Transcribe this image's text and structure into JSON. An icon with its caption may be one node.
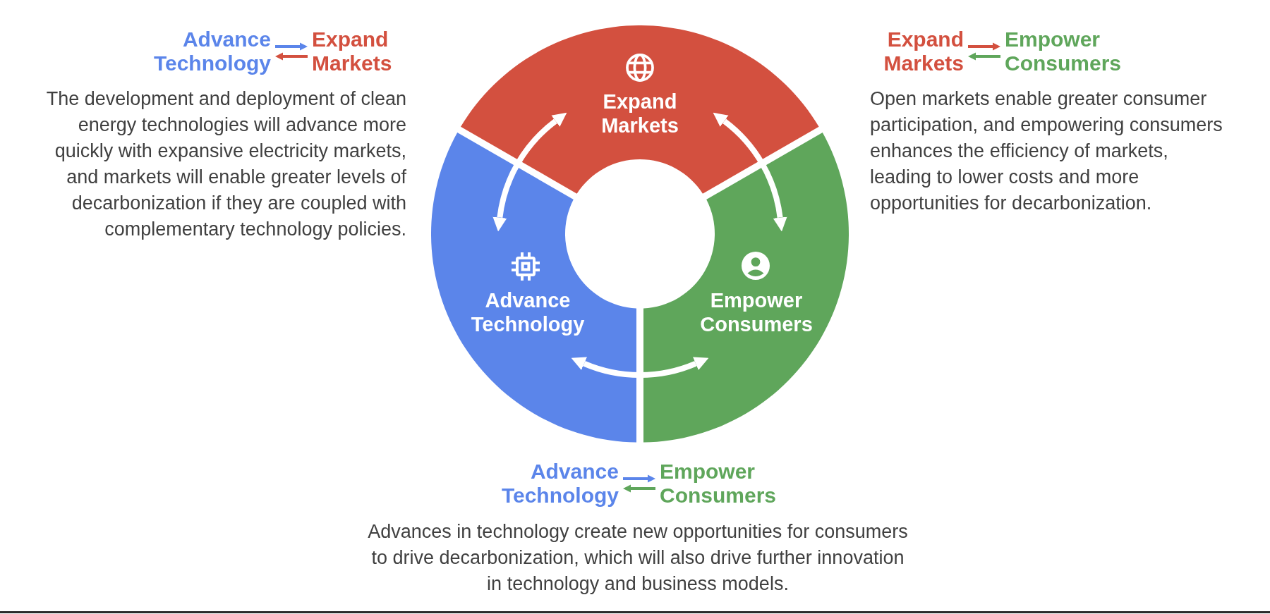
{
  "diagram": {
    "nodes": [
      {
        "text": [
          "Advance Technology"
        ]
      },
      {
        "text": [
          "Expand Markets"
        ]
      },
      {
        "text": [
          "Expand Markets"
        ]
      },
      {
        "text": [
          "Empower Consumers"
        ]
      },
      {
        "text": [
          "Expand Markets"
        ]
      },
      {
        "text": [
          "Advance Technology"
        ]
      },
      {
        "text": [
          "Empower Consumers"
        ]
      },
      {
        "text": [
          "Advance Technology"
        ]
      },
      {
        "text": [
          "Empower Consumers"
        ]
      }
    ],
    "edges": [
      {
        "from": 0,
        "to": 1,
        "arrow": "to",
        "color": "#5b85ea"
      },
      {
        "from": 1,
        "to": 0,
        "arrow": "to",
        "color": "#d3503f"
      },
      {
        "from": 2,
        "to": 3,
        "arrow": "to",
        "color": "#d3503f"
      },
      {
        "from": 3,
        "to": 2,
        "arrow": "to",
        "color": "#5fa65b"
      },
      {
        "from": 4,
        "to": 5,
        "arrow": "both",
        "style": "thick"
      },
      {
        "from": 4,
        "to": 6,
        "arrow": "both",
        "style": "thick"
      },
      {
        "from": 5,
        "to": 6,
        "arrow": "both",
        "style": "thick"
      },
      {
        "from": 7,
        "to": 8,
        "arrow": "to",
        "color": "#5b85ea"
      },
      {
        "from": 8,
        "to": 7,
        "arrow": "to",
        "color": "#5fa65b"
      }
    ],
    "labels": [
      "The development and deployment of clean energy technologies will advance more quickly with expansive electricity markets, and markets will enable greater levels of decarbonization if they are coupled with complementary technology policies.",
      "Open markets enable greater consumer participation, and empowering consumers enhances the efficiency of markets, leading to lower costs and more opportunities for decarbonization.",
      "Advances in technology create new opportunities for consumers to drive decarbonization, which will also drive further innovation in technology and business models."
    ]
  }
}
